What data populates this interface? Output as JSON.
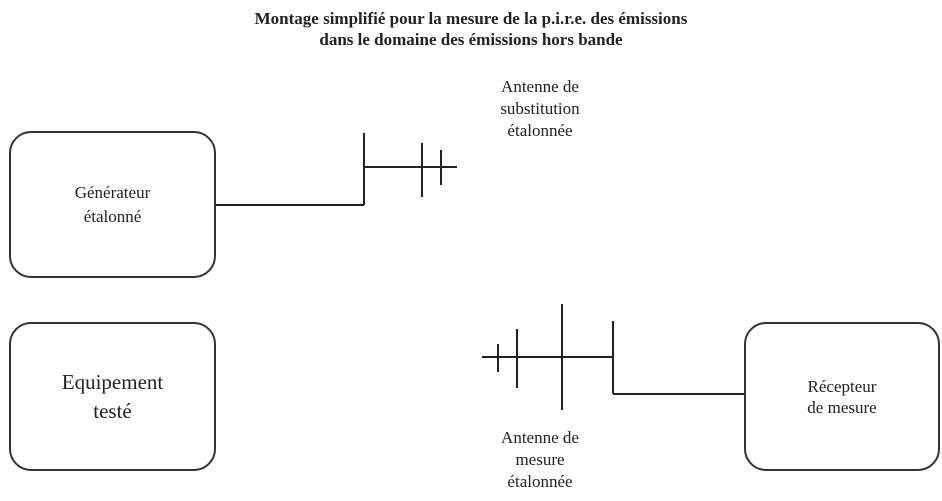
{
  "title": {
    "line1": "Montage simplifié pour la mesure de la p.i.r.e. des émissions",
    "line2": "dans le domaine des émissions hors bande"
  },
  "nodes": {
    "generator": {
      "line1": "Générateur",
      "line2": "étalonné"
    },
    "equipment_under_test": {
      "line1": "Equipement",
      "line2": "testé"
    },
    "receiver": {
      "line1": "Récepteur",
      "line2": "de mesure"
    }
  },
  "antennas": {
    "substitution": {
      "line1": "Antenne de",
      "line2": "substitution",
      "line3": "étalonnée"
    },
    "measurement": {
      "line1": "Antenne de",
      "line2": "mesure",
      "line3": "étalonnée"
    }
  }
}
